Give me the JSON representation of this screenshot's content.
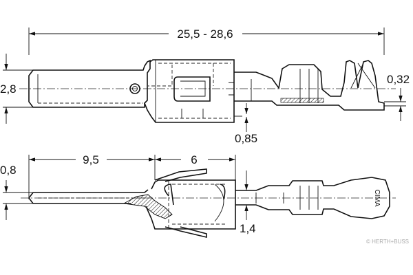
{
  "top_view": {
    "total_length": "25,5 - 28,6",
    "blade_width": "2,8",
    "crimp_thickness": "0,32",
    "offset": "0,85"
  },
  "side_view": {
    "pin_thickness": "0,8",
    "pin_length": "9,5",
    "body_length": "6",
    "body_gap": "1,4",
    "stamp": "CIMA"
  },
  "watermark": "© HERTH+BUSS"
}
